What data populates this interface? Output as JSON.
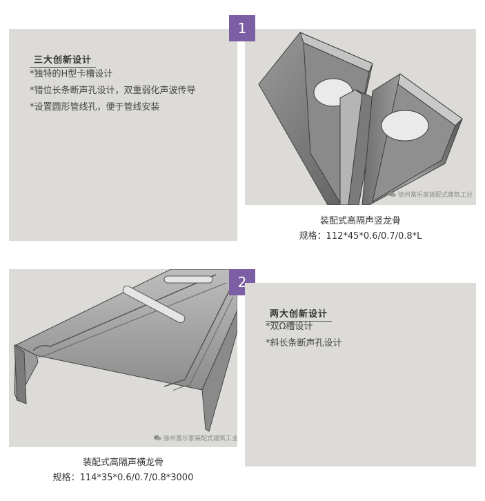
{
  "section1": {
    "badge": "1",
    "title": "三大创新设计",
    "features": [
      "*独特的H型卡槽设计",
      "*错位长条断声孔设计，双重弱化声波传导",
      "*设置圆形管线孔，便于管线安装"
    ],
    "product_name": "装配式高隔声竖龙骨",
    "spec": "规格：112*45*0.6/0.7/0.8*L",
    "watermark": "徐州富乐家装配式建筑工业"
  },
  "section2": {
    "badge": "2",
    "title": "两大创新设计",
    "features": [
      "*双Ω槽设计",
      "*斜长条断声孔设计"
    ],
    "product_name": "装配式高隔声横龙骨",
    "spec": "规格：114*35*0.6/0.7/0.8*3000",
    "watermark": "徐州富乐家装配式建筑工业"
  },
  "colors": {
    "badge": "#7b5ea3",
    "panel": "#dcdbd7"
  }
}
